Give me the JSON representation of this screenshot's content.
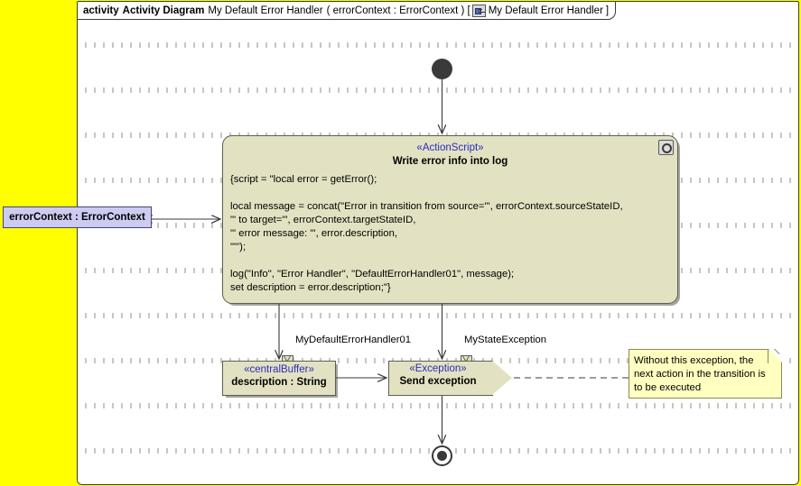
{
  "frame": {
    "keyword": "activity",
    "type": "Activity Diagram",
    "name": "My Default Error Handler",
    "parameters": "( errorContext : ErrorContext ) [",
    "context_icon": "activity-icon",
    "context_name": "My Default Error Handler",
    "closing": "]"
  },
  "canvas": {
    "background_color": "#ffff00",
    "diagram_background": "#ffffff",
    "node_fill": "#e2e2c2",
    "note_fill": "#ffffc0",
    "param_fill": "#ccccf2",
    "stereotype_color": "#2b2bbf",
    "border_color": "#5d5d52"
  },
  "parameter_node": {
    "label": "errorContext : ErrorContext"
  },
  "action_node": {
    "stereotype": "«ActionScript»",
    "title": "Write error info into log",
    "badge_icon": "action-badge-icon",
    "script": "{script = \"local error = getError();\n\nlocal message = concat(\"Error in transition from source=\"', errorContext.sourceStateID,\n\"' to target=\"', errorContext.targetStateID,\n\"' error message: \"', error.description,\n\"\"');\n\nlog(\"Info\", \"Error Handler\", \"DefaultErrorHandler01\", message);\nset description = error.description;\"}"
  },
  "buffer_node": {
    "stereotype": "«centralBuffer»",
    "value": "description : String"
  },
  "exception_node": {
    "stereotype": "«Exception»",
    "value": "Send exception"
  },
  "pins": [
    {
      "name": "pin-default-error-handler",
      "label": "MyDefaultErrorHandler01"
    },
    {
      "name": "pin-state-exception",
      "label": "MyStateException"
    }
  ],
  "note": {
    "line1": "Without this exception, the",
    "line2": "next action in the transition is",
    "line3": "to be executed"
  },
  "control_nodes": {
    "initial": "initial-node",
    "final": "activity-final-node"
  }
}
